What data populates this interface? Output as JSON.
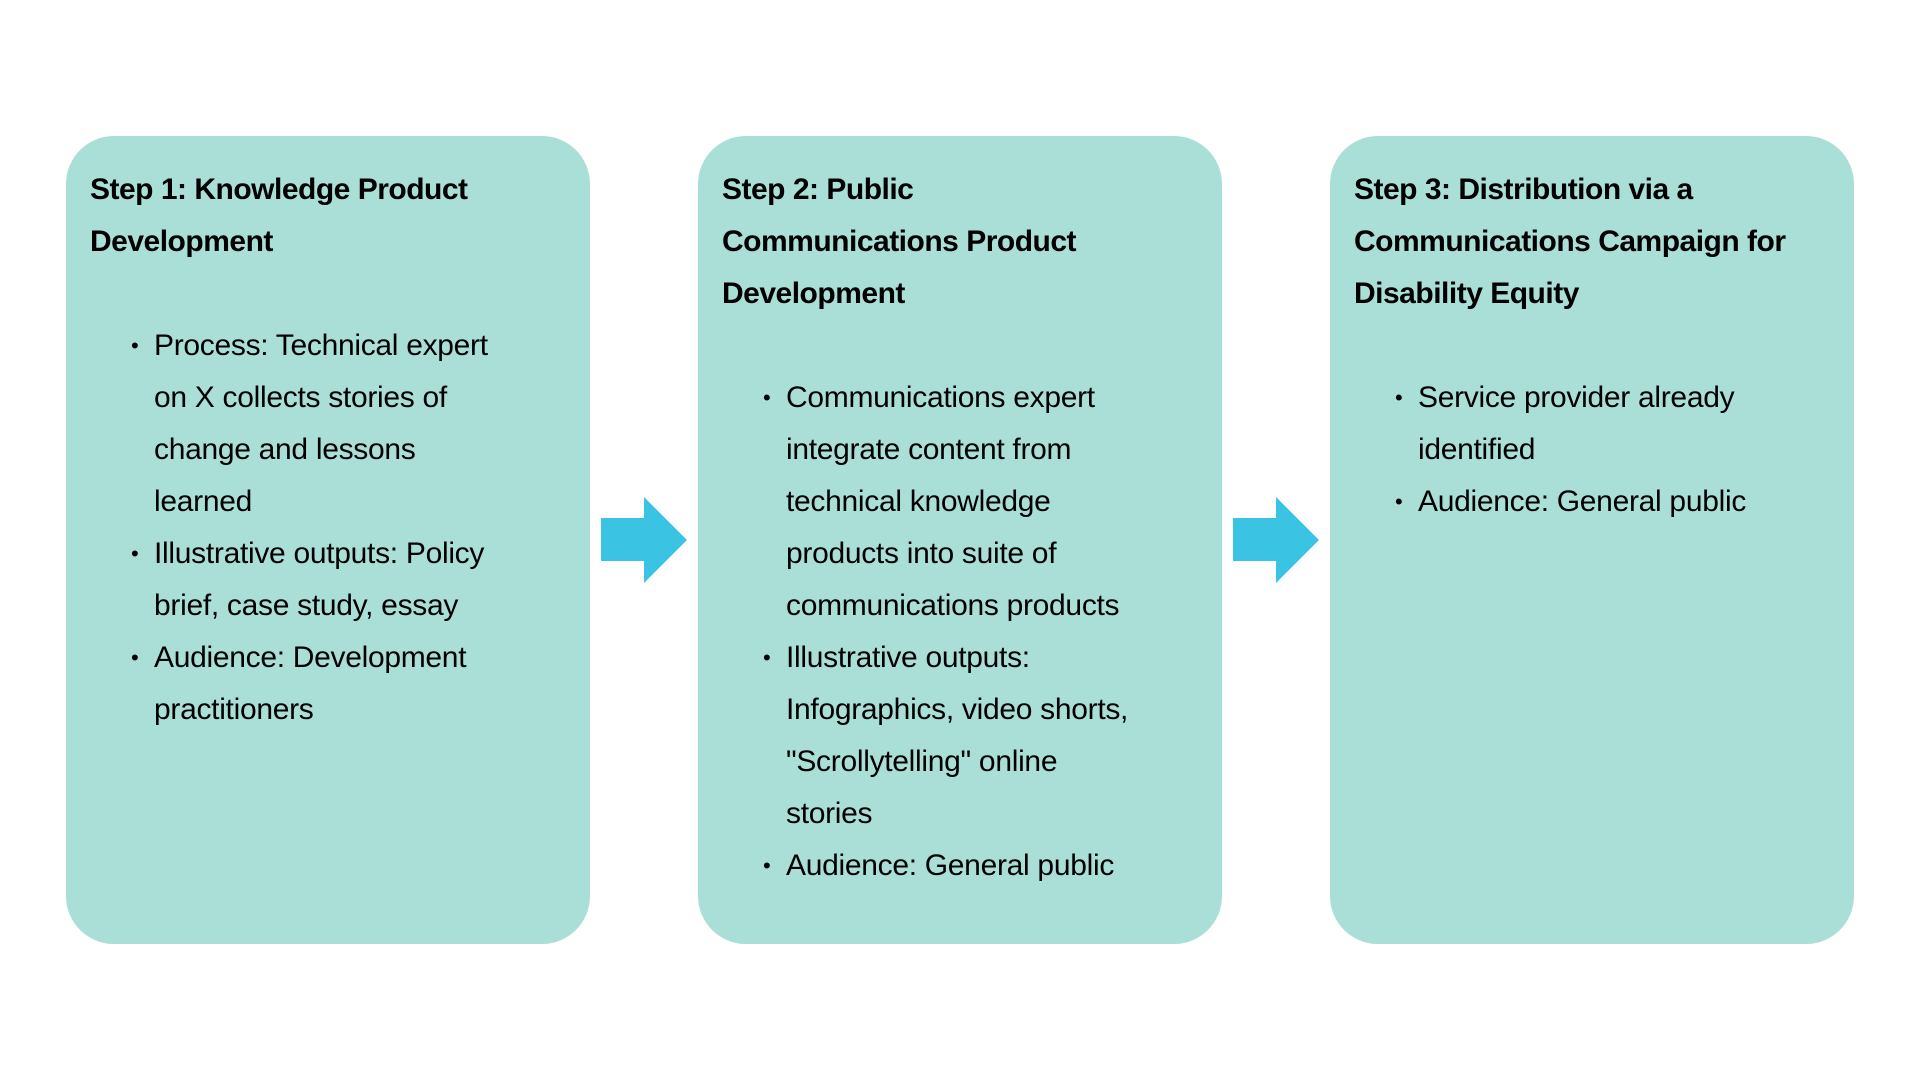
{
  "colors": {
    "box_fill": "#AADFD7",
    "arrow_fill": "#3AC3E3",
    "text": "#000000"
  },
  "steps": [
    {
      "title_lines": [
        "Step 1: Knowledge Product",
        "Development"
      ],
      "bullets": [
        {
          "lines": [
            "Process: Technical expert",
            "on X collects stories of",
            "change and lessons",
            "learned"
          ]
        },
        {
          "lines": [
            "Illustrative outputs: Policy",
            "brief, case study, essay"
          ]
        },
        {
          "lines": [
            "Audience: Development",
            "practitioners"
          ]
        }
      ]
    },
    {
      "title_lines": [
        "Step 2: Public",
        "Communications Product",
        "Development"
      ],
      "bullets": [
        {
          "lines": [
            "Communications expert",
            "integrate content from",
            "technical knowledge",
            "products into suite of",
            "communications products"
          ]
        },
        {
          "lines": [
            "Illustrative outputs:",
            "Infographics, video shorts,",
            "\"Scrollytelling\" online",
            "stories"
          ]
        },
        {
          "lines": [
            "Audience: General public"
          ]
        }
      ]
    },
    {
      "title_lines": [
        "Step 3: Distribution via a",
        "Communications Campaign for",
        "Disability Equity"
      ],
      "bullets": [
        {
          "lines": [
            "Service provider already",
            "identified"
          ]
        },
        {
          "lines": [
            "Audience: General public"
          ]
        }
      ]
    }
  ],
  "bullet_glyph": "•",
  "arrows": [
    {
      "icon": "arrow-right-icon"
    },
    {
      "icon": "arrow-right-icon"
    }
  ]
}
